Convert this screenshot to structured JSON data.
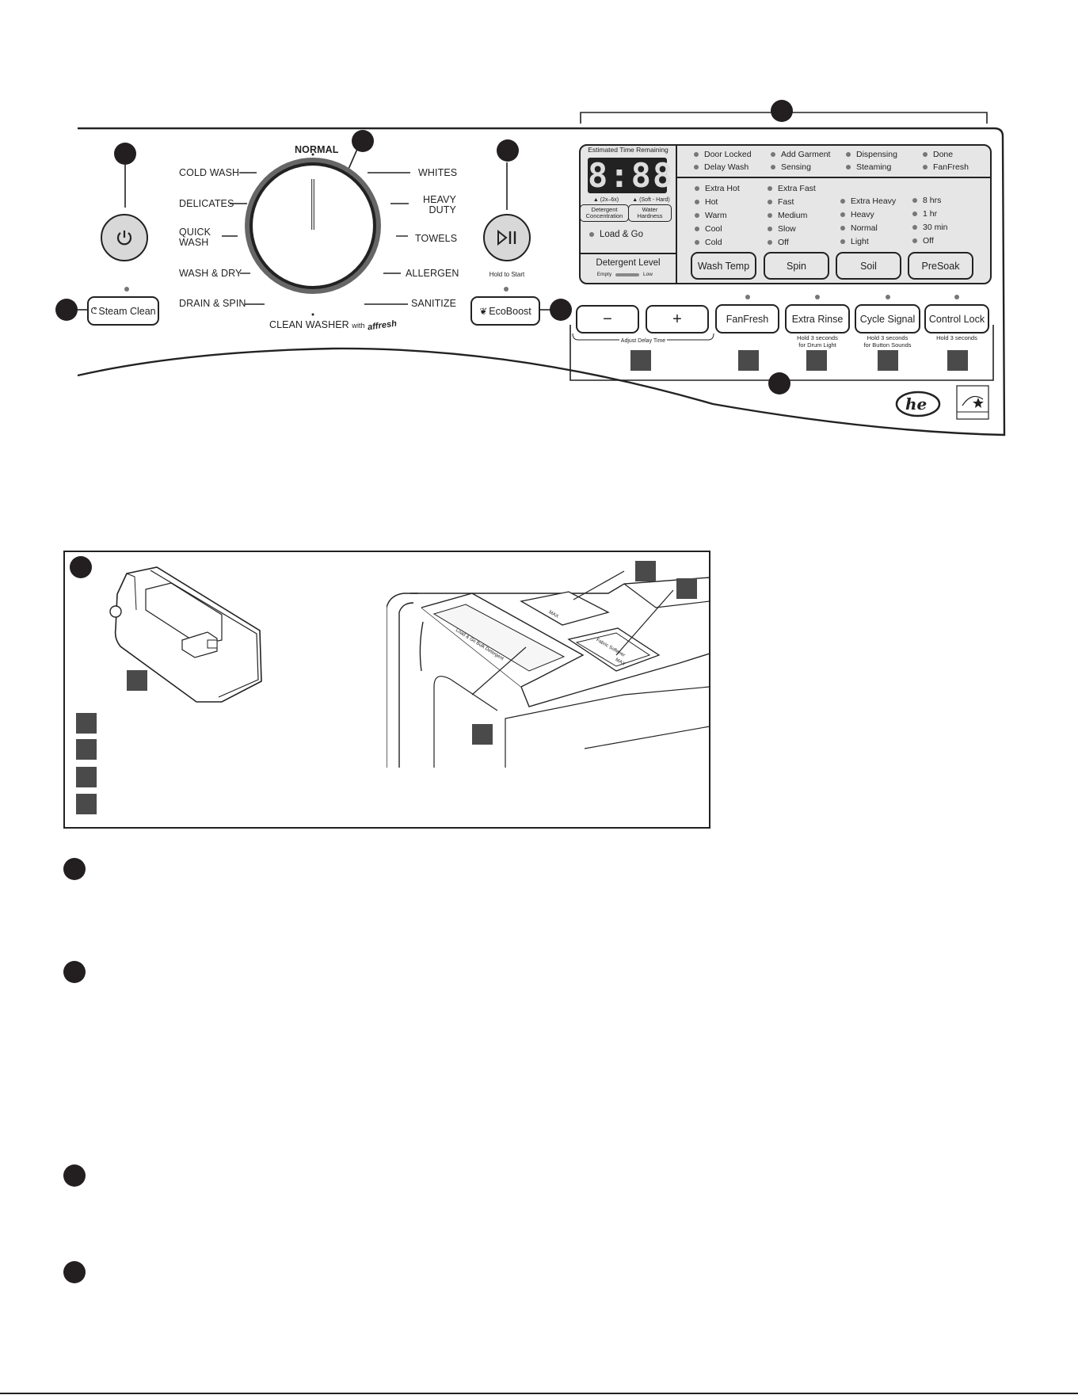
{
  "cycles": {
    "normal": "NORMAL",
    "left": [
      "COLD WASH",
      "DELICATES",
      "QUICK WASH",
      "WASH & DRY",
      "DRAIN & SPIN"
    ],
    "right": [
      "WHITES",
      "HEAVY DUTY",
      "TOWELS",
      "ALLERGEN",
      "SANITIZE"
    ],
    "quick_wash": [
      "QUICK",
      "WASH"
    ],
    "heavy_duty": [
      "HEAVY",
      "DUTY"
    ],
    "clean_washer": "CLEAN WASHER",
    "with": "with",
    "affresh": "affresh"
  },
  "buttons": {
    "steam_clean": "Steam Clean",
    "ecoboost": "EcoBoost",
    "hold_to_start": "Hold to Start",
    "minus": "−",
    "plus": "+",
    "adjust_delay": "Adjust Delay Time",
    "fanfresh": "FanFresh",
    "extra_rinse": "Extra Rinse",
    "extra_rinse_note": [
      "Hold 3 seconds",
      "for Drum Light"
    ],
    "cycle_signal": "Cycle Signal",
    "cycle_signal_note": [
      "Hold 3 seconds",
      "for Button Sounds"
    ],
    "control_lock": "Control Lock",
    "control_lock_note": "Hold 3 seconds"
  },
  "display": {
    "estimated_time": "Estimated Time Remaining",
    "digits": "8:88",
    "conc_range": "▲ (2x–6x)",
    "hardness_range": "▲ (Soft - Hard)",
    "detergent_conc": [
      "Detergent",
      "Concentration"
    ],
    "water_hardness": [
      "Water",
      "Hardness"
    ],
    "load_go": "Load & Go",
    "detergent_level": "Detergent Level",
    "empty": "Empty",
    "low": "Low"
  },
  "status": {
    "col1": [
      "Door Locked",
      "Delay Wash"
    ],
    "col2": [
      "Add Garment",
      "Sensing"
    ],
    "col3": [
      "Dispensing",
      "Steaming"
    ],
    "col4": [
      "Done",
      "FanFresh"
    ]
  },
  "options": {
    "wash_temp": [
      "Extra Hot",
      "Hot",
      "Warm",
      "Cool",
      "Cold"
    ],
    "spin": [
      "Extra Fast",
      "Fast",
      "Medium",
      "Slow",
      "Off"
    ],
    "soil": [
      "Extra Heavy",
      "Heavy",
      "Normal",
      "Light"
    ],
    "presoak": [
      "8 hrs",
      "1 hr",
      "30 min",
      "Off"
    ],
    "labels": [
      "Wash Temp",
      "Spin",
      "Soil",
      "PreSoak"
    ]
  },
  "dispenser_texts": [
    "MAX",
    "MAX",
    "Fabric Softener",
    "Load & Go Bulk Detergent"
  ]
}
